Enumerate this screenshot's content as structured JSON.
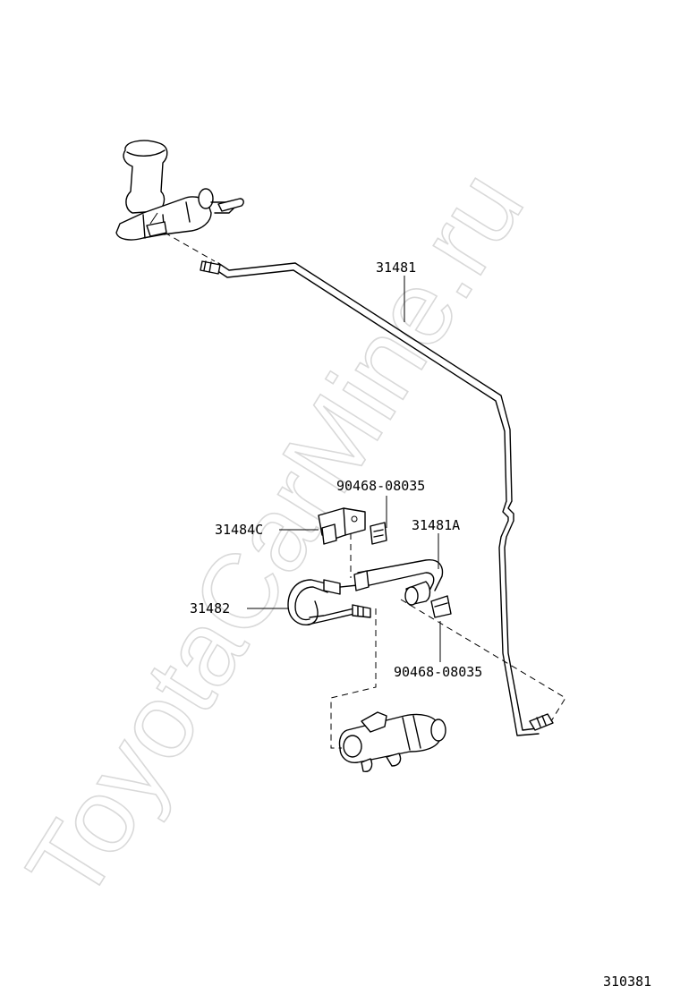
{
  "watermark": "ToyotaCarMine.ru",
  "diagram_number": "310381",
  "parts": {
    "tube": "31481",
    "bracket": "31484C",
    "clip_upper": "90468-08035",
    "hose": "31481A",
    "flexible_hose": "31482",
    "clip_lower": "90468-08035"
  }
}
